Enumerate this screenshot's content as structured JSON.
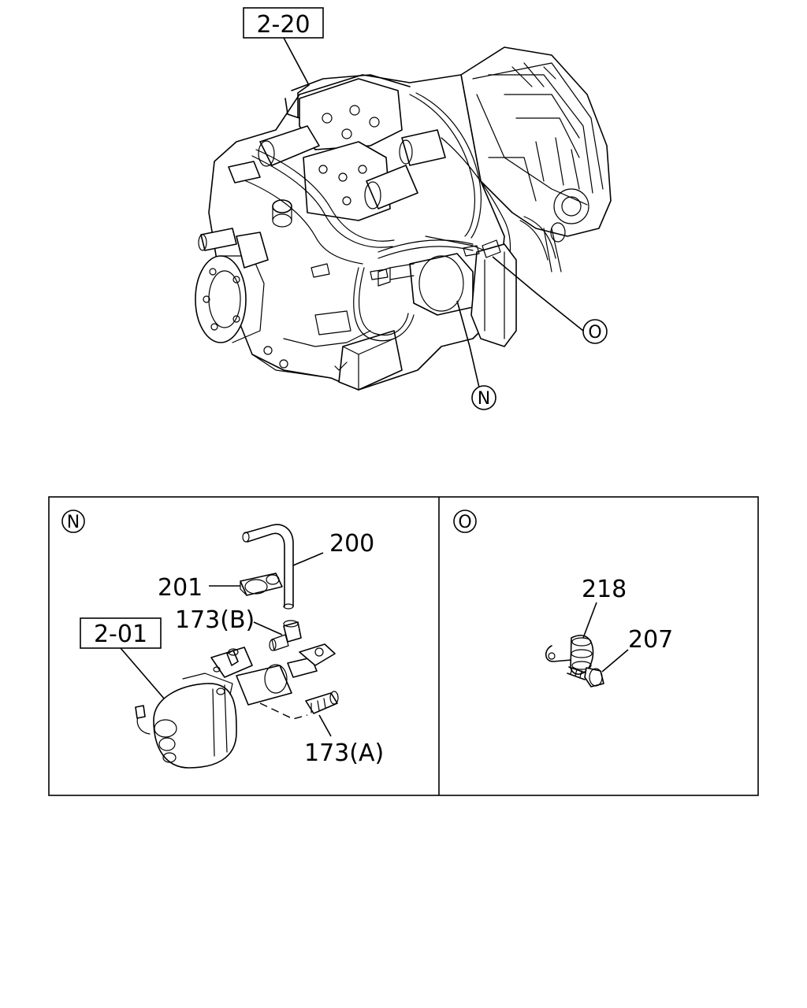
{
  "references": {
    "main_ref": "2-20",
    "detail_n_ref": "2-01"
  },
  "markers": {
    "n": "N",
    "o": "O"
  },
  "detail_n": {
    "marker": "N",
    "parts": {
      "p200": "200",
      "p201": "201",
      "p173b": "173(B)",
      "p173a": "173(A)"
    }
  },
  "detail_o": {
    "marker": "O",
    "parts": {
      "p218": "218",
      "p207": "207"
    }
  }
}
